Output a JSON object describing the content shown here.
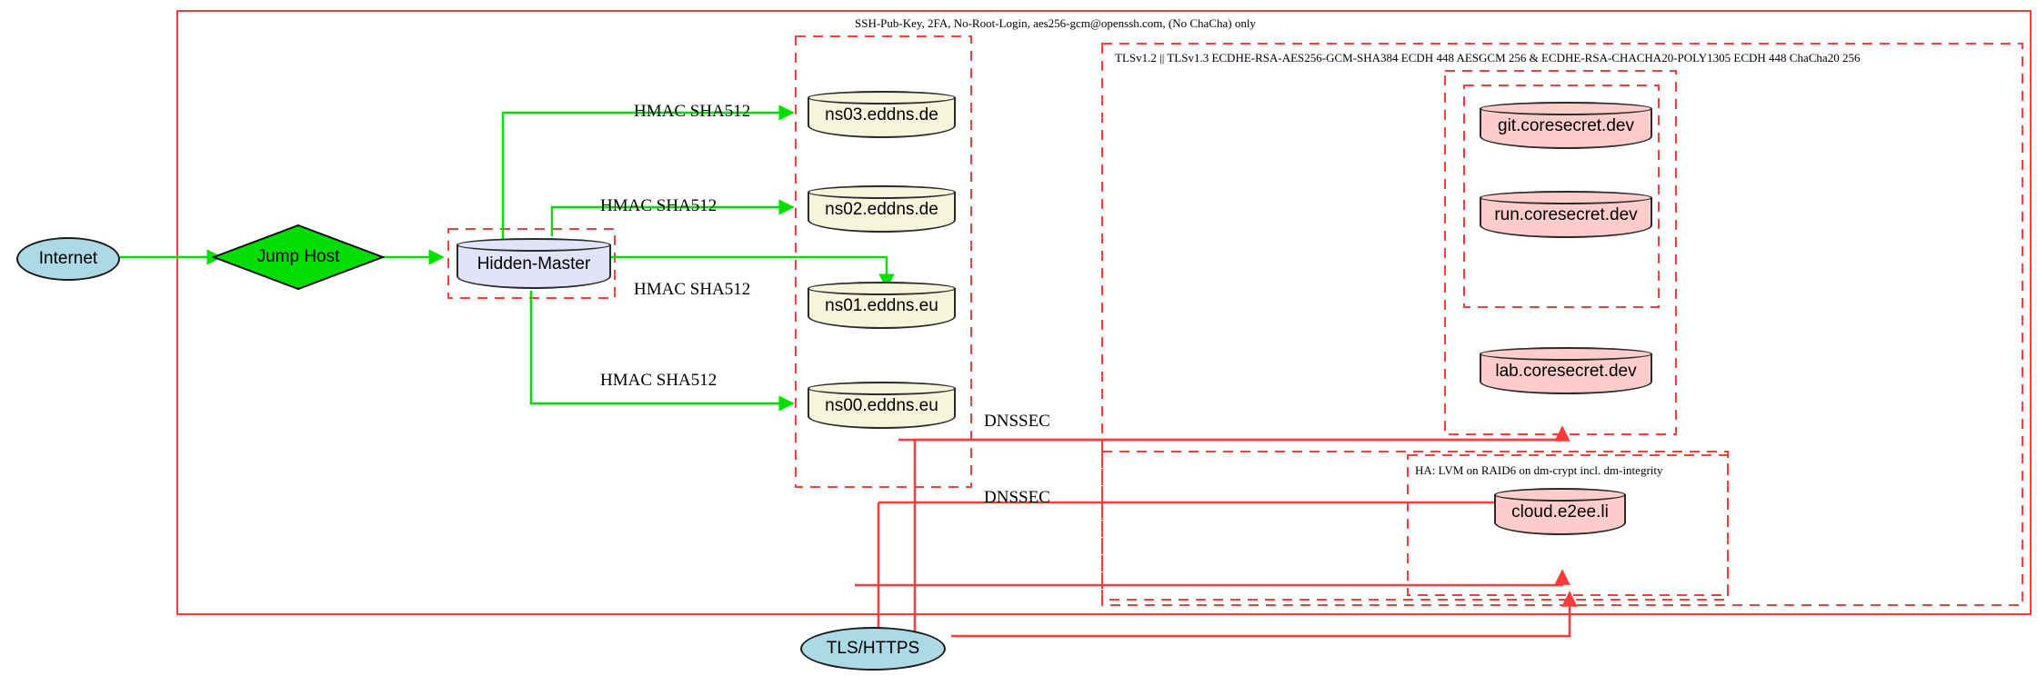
{
  "diagram": {
    "title_top": "SSH-Pub-Key, 2FA, No-Root-Login, aes256-gcm@openssh.com, (No ChaCha) only",
    "colors": {
      "boundary_red": "#ff0000",
      "cluster_red": "#ff3333",
      "edge_green": "#00e000",
      "edge_red": "#ff3b3b",
      "db_yellow": "#f5f5dc",
      "db_pink": "#ffcccc",
      "db_lavender": "#e2e2f8",
      "ellipse_blue": "#add8e6",
      "diamond_green": "#00dd00"
    }
  },
  "clusters": {
    "outer_ssh": {
      "label": "SSH-Pub-Key, 2FA, No-Root-Login, aes256-gcm@openssh.com, (No ChaCha) only"
    },
    "tls": {
      "label": "TLSv1.2 || TLSv1.3 ECDHE-RSA-AES256-GCM-SHA384 ECDH 448 AESGCM 256 & ECDHE-RSA-CHACHA20-POLY1305 ECDH 448 ChaCha20 256"
    },
    "ha": {
      "label": "HA: LVM on RAID6 on dm-crypt incl. dm-integrity"
    },
    "dns_zone": {
      "label": ""
    },
    "hidden_master_zone": {
      "label": ""
    },
    "coresecret_zone": {
      "label": ""
    },
    "coresecret_inner_zone": {
      "label": ""
    },
    "cloud_zone": {
      "label": ""
    }
  },
  "nodes": {
    "internet": {
      "label": "Internet",
      "shape": "ellipse"
    },
    "jump_host": {
      "label": "Jump Host",
      "shape": "diamond"
    },
    "hidden_master": {
      "label": "Hidden-Master",
      "shape": "cylinder"
    },
    "ns03": {
      "label": "ns03.eddns.de",
      "shape": "cylinder"
    },
    "ns02": {
      "label": "ns02.eddns.de",
      "shape": "cylinder"
    },
    "ns01": {
      "label": "ns01.eddns.eu",
      "shape": "cylinder"
    },
    "ns00": {
      "label": "ns00.eddns.eu",
      "shape": "cylinder"
    },
    "git": {
      "label": "git.coresecret.dev",
      "shape": "cylinder"
    },
    "run": {
      "label": "run.coresecret.dev",
      "shape": "cylinder"
    },
    "lab": {
      "label": "lab.coresecret.dev",
      "shape": "cylinder"
    },
    "cloud": {
      "label": "cloud.e2ee.li",
      "shape": "cylinder"
    },
    "tls_https": {
      "label": "TLS/HTTPS",
      "shape": "ellipse"
    }
  },
  "edge_labels": {
    "hmac_ns03": "HMAC SHA512",
    "hmac_ns02": "HMAC SHA512",
    "hmac_ns01": "HMAC SHA512",
    "hmac_ns00": "HMAC SHA512",
    "dnssec_upper": "DNSSEC",
    "dnssec_lower": "DNSSEC"
  }
}
